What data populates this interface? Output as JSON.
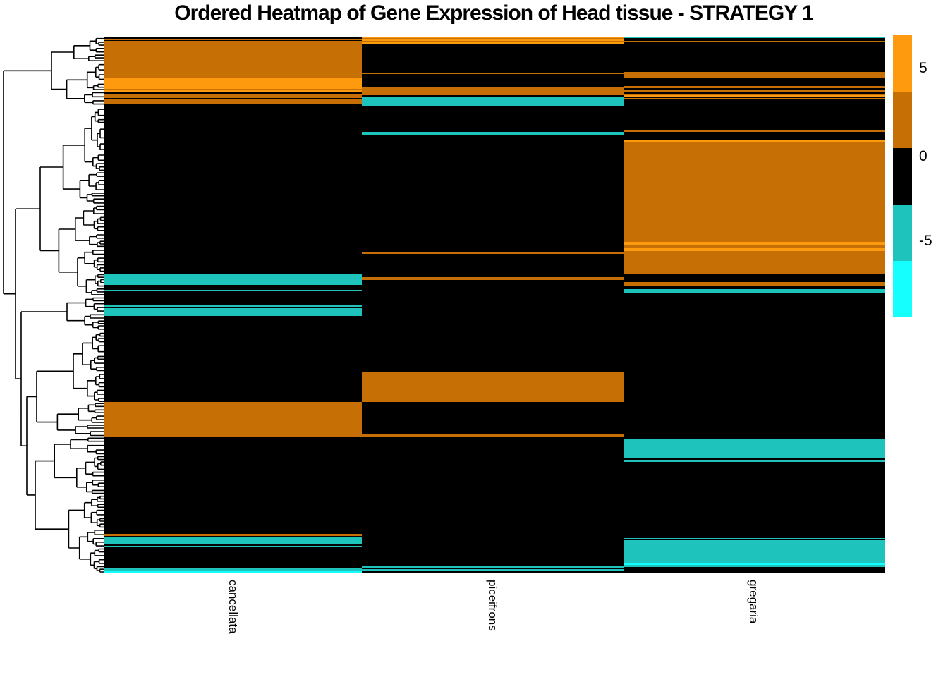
{
  "title": "Ordered Heatmap of Gene Expression of Head tissue - STRATEGY 1",
  "chart_data": {
    "type": "heatmap",
    "title": "Ordered Heatmap of Gene Expression of Head tissue - STRATEGY 1",
    "columns": [
      "cancellata",
      "piceifrons",
      "gregaria"
    ],
    "rows": "hierarchically clustered genes (unlabeled, ~hundreds of rows)",
    "dendrogram": {
      "side": "left",
      "applies_to": "rows",
      "color": "#000000"
    },
    "palette": {
      "O": "#FD9A0E",
      "D": "#C56F04",
      "K": "#000000",
      "T": "#1EC4BC",
      "C": "#16FFFF"
    },
    "palette_values": {
      "O": 5,
      "D": 2.5,
      "K": 0,
      "T": -5,
      "C": -7.5
    },
    "legend": {
      "position": "right",
      "block_colors": [
        "O",
        "D",
        "K",
        "T",
        "C"
      ],
      "ticks": [
        {
          "label": "5"
        },
        {
          "label": "0"
        },
        {
          "label": "-5"
        }
      ]
    },
    "band_unit": "pixels from heatmap top, total height 761",
    "column_bands": {
      "cancellata": [
        [
          3,
          5,
          "D"
        ],
        [
          6,
          59,
          "D"
        ],
        [
          59,
          74,
          "O"
        ],
        [
          74,
          76,
          "D"
        ],
        [
          76,
          79,
          "O"
        ],
        [
          81,
          87,
          "D"
        ],
        [
          89,
          95,
          "D"
        ],
        [
          337,
          352,
          "T"
        ],
        [
          359,
          361,
          "T"
        ],
        [
          381,
          383,
          "T"
        ],
        [
          385,
          396,
          "T"
        ],
        [
          518,
          563,
          "D"
        ],
        [
          564,
          568,
          "D"
        ],
        [
          705,
          708,
          "D"
        ],
        [
          710,
          720,
          "T"
        ],
        [
          722,
          724,
          "T"
        ],
        [
          753,
          758,
          "T"
        ],
        [
          758,
          761,
          "C"
        ]
      ],
      "piceifrons": [
        [
          0,
          10,
          "O"
        ],
        [
          2,
          3,
          "D"
        ],
        [
          6,
          7,
          "D"
        ],
        [
          51,
          53,
          "D"
        ],
        [
          71,
          83,
          "D"
        ],
        [
          86,
          98,
          "T"
        ],
        [
          135,
          139,
          "T"
        ],
        [
          306,
          308,
          "D"
        ],
        [
          341,
          345,
          "D"
        ],
        [
          475,
          518,
          "D"
        ],
        [
          563,
          568,
          "D"
        ],
        [
          751,
          753,
          "T"
        ],
        [
          755,
          757,
          "T"
        ]
      ],
      "gregaria": [
        [
          0,
          2,
          "T"
        ],
        [
          6,
          8,
          "D"
        ],
        [
          50,
          58,
          "D"
        ],
        [
          70,
          73,
          "D"
        ],
        [
          75,
          78,
          "D"
        ],
        [
          81,
          83,
          "D"
        ],
        [
          83,
          85,
          "O"
        ],
        [
          87,
          89,
          "D"
        ],
        [
          132,
          135,
          "D"
        ],
        [
          147,
          150,
          "O"
        ],
        [
          150,
          291,
          "D"
        ],
        [
          291,
          295,
          "O"
        ],
        [
          295,
          300,
          "D"
        ],
        [
          300,
          304,
          "O"
        ],
        [
          304,
          337,
          "D"
        ],
        [
          348,
          354,
          "D"
        ],
        [
          358,
          360,
          "T"
        ],
        [
          361,
          363,
          "T"
        ],
        [
          570,
          598,
          "T"
        ],
        [
          600,
          603,
          "T"
        ],
        [
          711,
          713,
          "T"
        ],
        [
          714,
          746,
          "T"
        ],
        [
          746,
          749,
          "C"
        ],
        [
          749,
          752,
          "T"
        ]
      ]
    }
  }
}
